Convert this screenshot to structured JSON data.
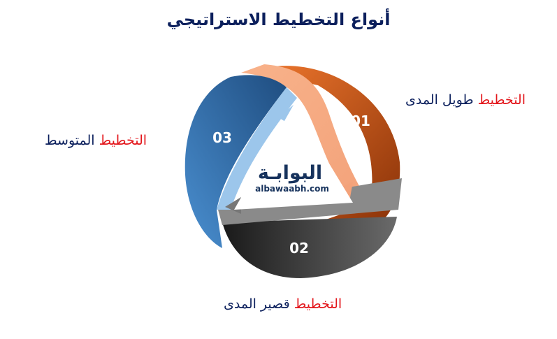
{
  "title": "أنواع التخطيط الاستراتيجي",
  "segments": [
    {
      "number": "01",
      "label_red": "التخطيط",
      "label_navy": "طويل المدى",
      "color": "#e8692a"
    },
    {
      "number": "02",
      "label_red": "التخطيط",
      "label_navy": "قصير المدى",
      "color": "#3a3a3a"
    },
    {
      "number": "03",
      "label_red": "التخطيط",
      "label_navy": "المتوسط",
      "color": "#2f6aa8"
    }
  ],
  "logo": {
    "arabic": "البوابـة",
    "domain": "albawaabh.com"
  }
}
